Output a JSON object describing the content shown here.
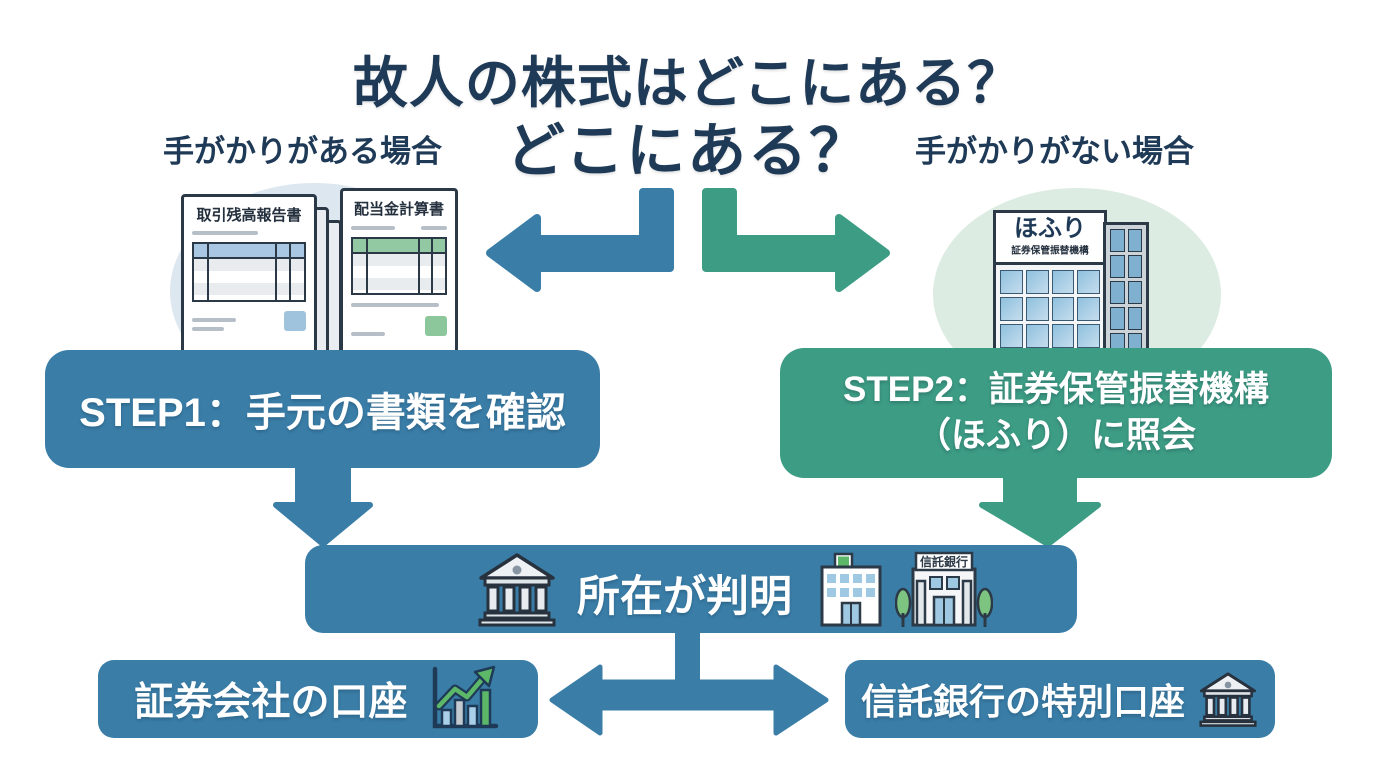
{
  "title": {
    "line1": "故人の株式はどこにある？",
    "line2": "どこにある？"
  },
  "branch_labels": {
    "left": "手がかりがある場合",
    "right": "手がかりがない場合"
  },
  "left_illustration": {
    "document1_title": "取引残高報告書",
    "document2_title": "配当金計算書"
  },
  "right_illustration": {
    "sign_main": "ほふり",
    "sign_sub": "証券保管振替機構"
  },
  "step1": {
    "label": "STEP1：手元の書類を確認"
  },
  "step2": {
    "line1": "STEP2：証券保管振替機構",
    "line2": "（ほふり）に照会"
  },
  "result": {
    "label": "所在が判明",
    "trust_bank_sign": "信託銀行"
  },
  "outcomes": {
    "left": "証券会社の口座",
    "right": "信託銀行の特別口座"
  },
  "colors": {
    "primary_blue": "#3a7ea8",
    "primary_green": "#3d9c84",
    "title_navy": "#1f3a57",
    "circle_blue": "#dde7f0",
    "circle_green": "#dcece2",
    "window_blue": "#a9cfe6",
    "tree_green": "#7cc47f",
    "text_white": "#ffffff"
  }
}
